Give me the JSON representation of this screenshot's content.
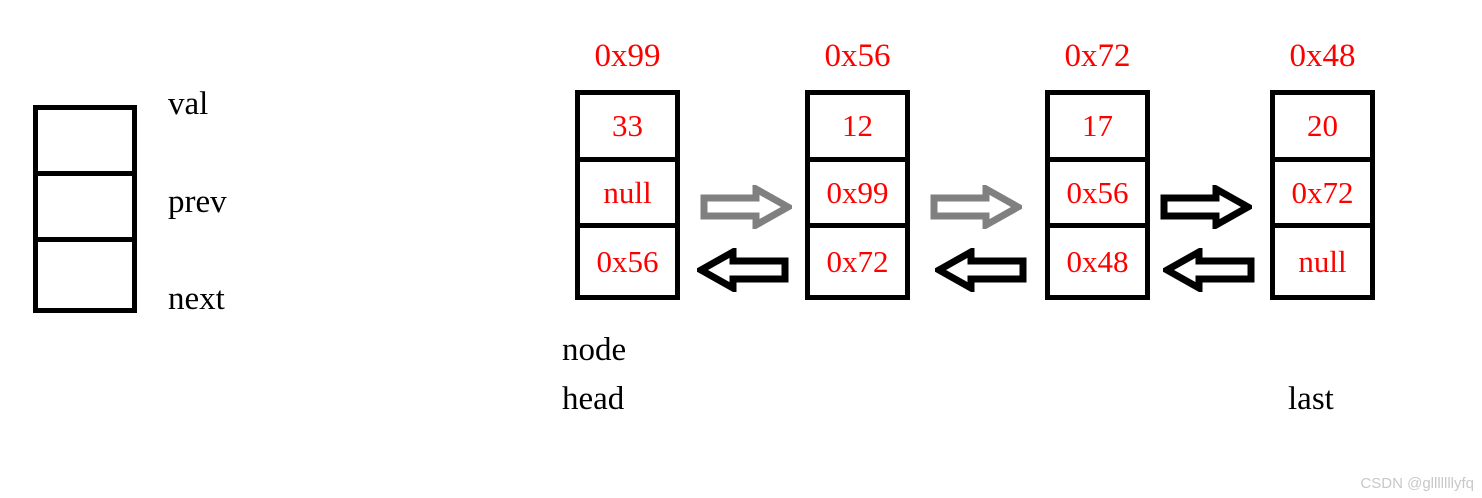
{
  "legend": {
    "name": "node-structure-legend",
    "fields": [
      {
        "label": "val"
      },
      {
        "label": "prev"
      },
      {
        "label": "next"
      }
    ]
  },
  "list": {
    "nodes": [
      {
        "address": "0x99",
        "val": "33",
        "prev": "null",
        "next": "0x56",
        "pointer_labels": [
          "node",
          "head"
        ]
      },
      {
        "address": "0x56",
        "val": "12",
        "prev": "0x99",
        "next": "0x72",
        "pointer_labels": []
      },
      {
        "address": "0x72",
        "val": "17",
        "prev": "0x56",
        "next": "0x48",
        "pointer_labels": []
      },
      {
        "address": "0x48",
        "val": "20",
        "prev": "0x72",
        "next": "null",
        "pointer_labels": [
          "last"
        ]
      }
    ],
    "links": [
      {
        "forward_color": "#808080",
        "backward_color": "#000000"
      },
      {
        "forward_color": "#808080",
        "backward_color": "#000000"
      },
      {
        "forward_color": "#000000",
        "backward_color": "#000000"
      }
    ]
  },
  "labels": {
    "node": "node",
    "head": "head",
    "last": "last"
  },
  "watermark": {
    "text": "CSDN @glllllllyfq"
  },
  "colors": {
    "value_text": "#ff0000",
    "outline": "#000000",
    "gray_arrow": "#808080",
    "background": "#ffffff"
  }
}
